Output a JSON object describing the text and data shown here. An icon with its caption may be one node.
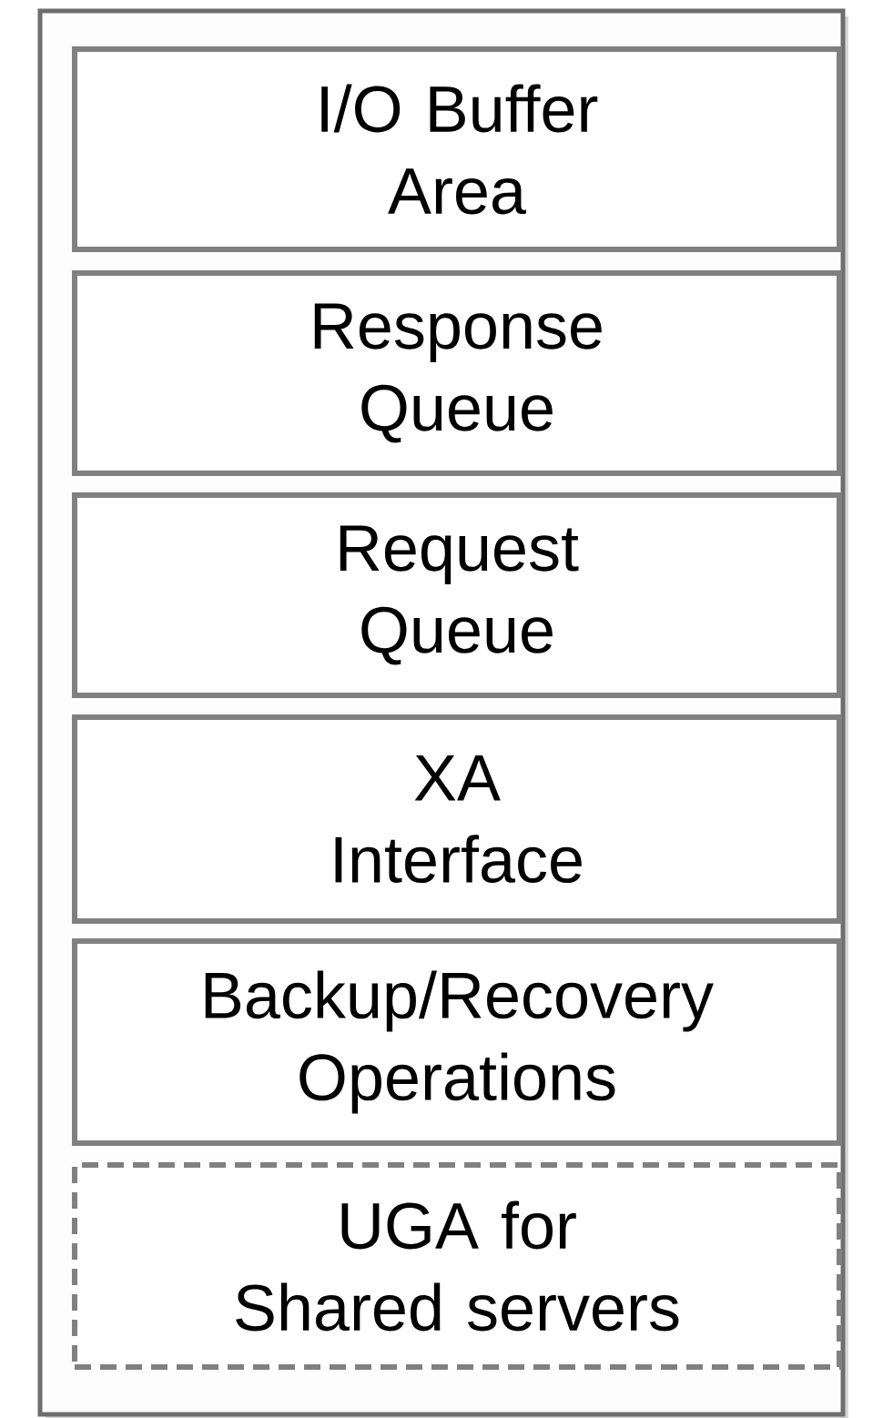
{
  "diagram": {
    "nodes": [
      {
        "text": [],
        "shape": "box"
      },
      {
        "text": [
          "I/O Buffer Area"
        ],
        "in": 0
      },
      {
        "text": [
          "Response Queue"
        ],
        "in": 0
      },
      {
        "text": [
          "Request Queue"
        ],
        "in": 0
      },
      {
        "text": [
          "XA Interface"
        ],
        "in": 0
      },
      {
        "text": [
          "Backup/Recovery Operations"
        ],
        "in": 0
      },
      {
        "text": [
          "UGA for Shared servers"
        ],
        "in": 0
      }
    ]
  }
}
